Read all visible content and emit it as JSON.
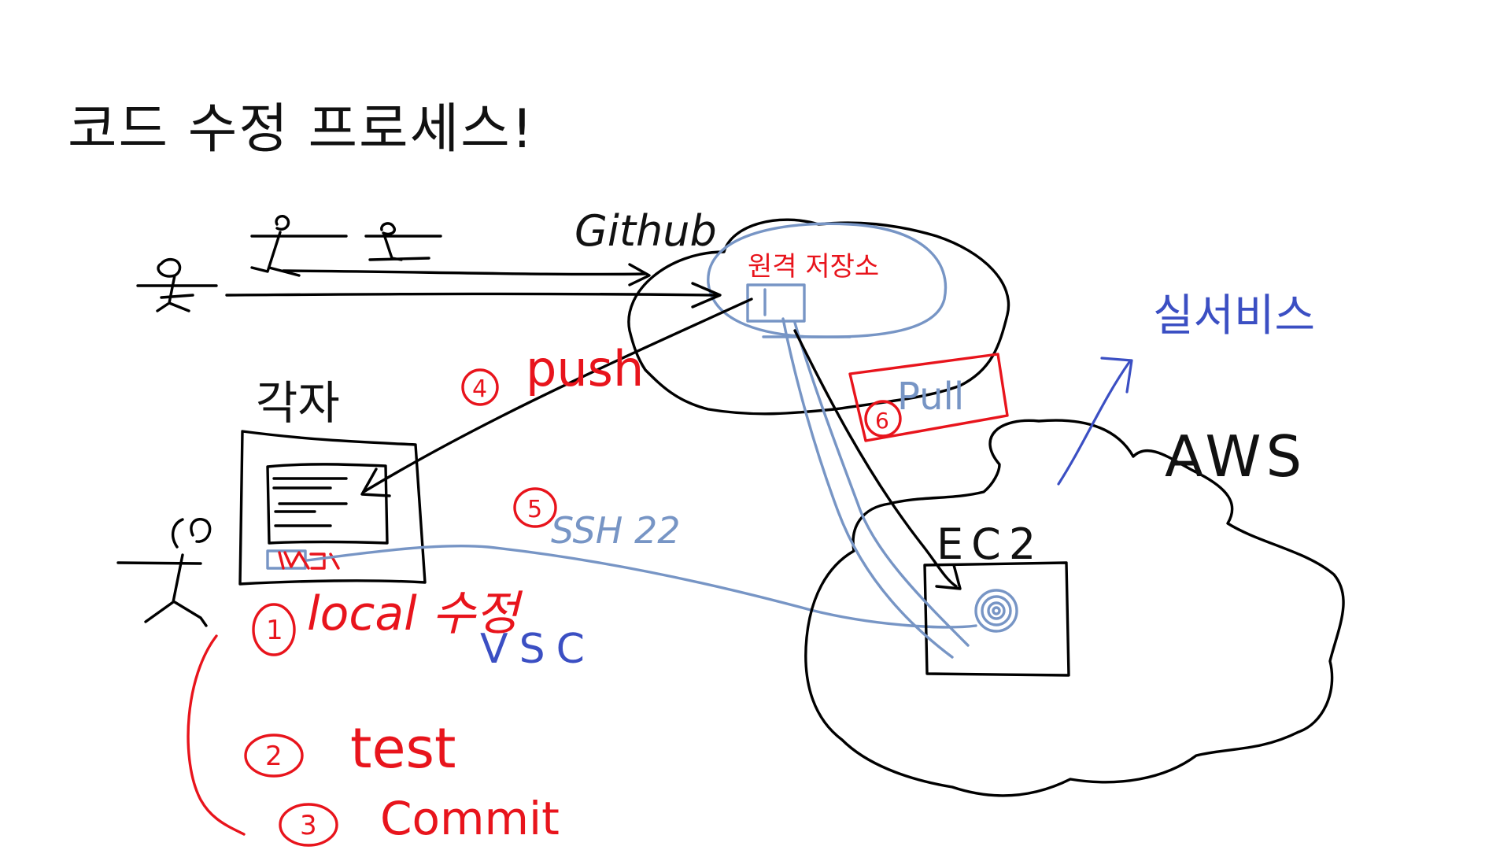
{
  "slide": {
    "title": "코드 수정 프로세스!"
  },
  "diagram": {
    "github_label": "Github",
    "github_repo_label": "원격 저장소",
    "individual_label": "각자",
    "aws_label": "AWS",
    "ec2_label": "EC2",
    "real_service_label": "실서비스",
    "vsc_label": "VSC",
    "ssh_label": "SSH 22",
    "steps": [
      {
        "num": "1",
        "label": "local 수정"
      },
      {
        "num": "2",
        "label": "test"
      },
      {
        "num": "3",
        "label": "Commit"
      },
      {
        "num": "4",
        "label": "push"
      },
      {
        "num": "5",
        "label": "SSH 22"
      },
      {
        "num": "6",
        "label": "Pull"
      }
    ]
  },
  "colors": {
    "ink": "#000000",
    "red": "#e8141c",
    "steel_blue": "#7795c5",
    "violet_blue": "#3b4fc3"
  }
}
